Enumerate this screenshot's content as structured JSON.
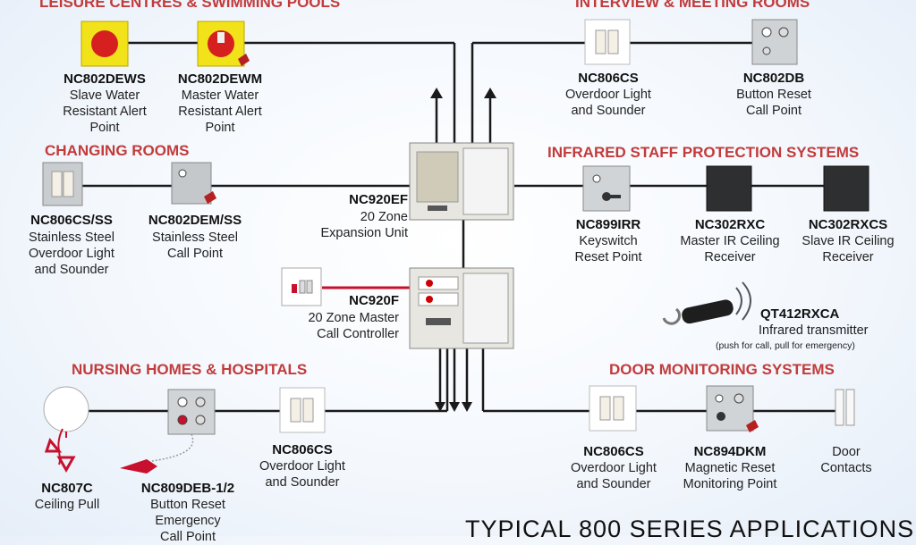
{
  "sections": {
    "leisure": "LEISURE CENTRES & SWIMMING POOLS",
    "interview": "INTERVIEW & MEETING ROOMS",
    "changing": "CHANGING ROOMS",
    "infrared": "INFRARED STAFF PROTECTION SYSTEMS",
    "nursing": "NURSING HOMES & HOSPITALS",
    "door": "DOOR MONITORING SYSTEMS"
  },
  "devices": {
    "nc802dews": {
      "code": "NC802DEWS",
      "desc": "Slave Water\nResistant Alert\nPoint"
    },
    "nc802dewm": {
      "code": "NC802DEWM",
      "desc": "Master Water\nResistant Alert\nPoint"
    },
    "nc806cs_interview": {
      "code": "NC806CS",
      "desc": "Overdoor Light\nand Sounder"
    },
    "nc802db": {
      "code": "NC802DB",
      "desc": "Button Reset\nCall Point"
    },
    "nc806css": {
      "code": "NC806CS/SS",
      "desc": "Stainless Steel\nOverdoor Light\nand Sounder"
    },
    "nc802demss": {
      "code": "NC802DEM/SS",
      "desc": "Stainless Steel\nCall Point"
    },
    "nc920ef": {
      "code": "NC920EF",
      "desc": "20 Zone\nExpansion Unit"
    },
    "nc899irr": {
      "code": "NC899IRR",
      "desc": "Keyswitch\nReset Point"
    },
    "nc302rxc": {
      "code": "NC302RXC",
      "desc": "Master IR Ceiling\nReceiver"
    },
    "nc302rxcs": {
      "code": "NC302RXCS",
      "desc": "Slave IR Ceiling\nReceiver"
    },
    "nc920f": {
      "code": "NC920F",
      "desc": "20 Zone Master\nCall Controller"
    },
    "qt412rxca": {
      "code": "QT412RXCA",
      "desc": "Infrared transmitter",
      "note": "(push for call, pull for emergency)"
    },
    "nc807c": {
      "code": "NC807C",
      "desc": "Ceiling Pull"
    },
    "nc809deb": {
      "code": "NC809DEB-1/2",
      "desc": "Button Reset\nEmergency\nCall Point"
    },
    "nc806cs_nursing": {
      "code": "NC806CS",
      "desc": "Overdoor Light\nand Sounder"
    },
    "nc806cs_door": {
      "code": "NC806CS",
      "desc": "Overdoor Light\nand Sounder"
    },
    "nc894dkm": {
      "code": "NC894DKM",
      "desc": "Magnetic Reset\nMonitoring Point"
    },
    "door_contacts": {
      "code": "",
      "desc": "Door\nContacts"
    }
  },
  "footer_title": "TYPICAL 800 SERIES APPLICATIONS",
  "colors": {
    "section_heading": "#c23b3b",
    "wire": "#1a1a1a",
    "red_accent": "#d62020",
    "yellow_panel": "#f2e21a"
  }
}
